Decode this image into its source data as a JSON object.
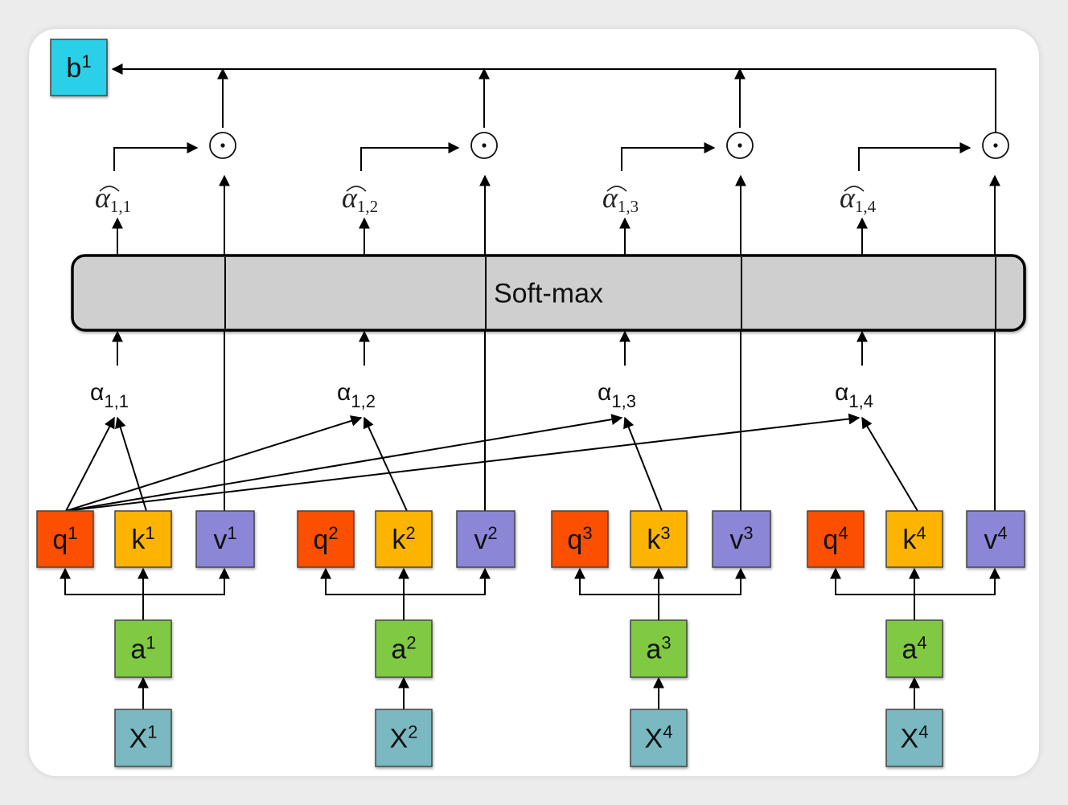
{
  "diagram": {
    "title": "Self-attention computation for output b1",
    "output": {
      "label": "b",
      "sup": "1",
      "color": "#29cfe8"
    },
    "softmax": {
      "label": "Soft-max",
      "color": "#cfcfcf"
    },
    "product_symbol": "⊙",
    "colors": {
      "q": "#fc5000",
      "k": "#fdb404",
      "v": "#8b86d6",
      "a": "#80c942",
      "x": "#7ab8c2"
    },
    "columns": [
      {
        "q": {
          "label": "q",
          "sup": "1"
        },
        "k": {
          "label": "k",
          "sup": "1"
        },
        "v": {
          "label": "v",
          "sup": "1"
        },
        "a": {
          "label": "a",
          "sup": "1"
        },
        "x": {
          "label": "X",
          "sup": "1"
        },
        "alpha": {
          "label": "α",
          "sub": "1,1"
        },
        "alpha_hat": {
          "label": "α",
          "sub": "1,1"
        }
      },
      {
        "q": {
          "label": "q",
          "sup": "2"
        },
        "k": {
          "label": "k",
          "sup": "2"
        },
        "v": {
          "label": "v",
          "sup": "2"
        },
        "a": {
          "label": "a",
          "sup": "2"
        },
        "x": {
          "label": "X",
          "sup": "2"
        },
        "alpha": {
          "label": "α",
          "sub": "1,2"
        },
        "alpha_hat": {
          "label": "α",
          "sub": "1,2"
        }
      },
      {
        "q": {
          "label": "q",
          "sup": "3"
        },
        "k": {
          "label": "k",
          "sup": "3"
        },
        "v": {
          "label": "v",
          "sup": "3"
        },
        "a": {
          "label": "a",
          "sup": "3"
        },
        "x": {
          "label": "X",
          "sup": "4"
        },
        "alpha": {
          "label": "α",
          "sub": "1,3"
        },
        "alpha_hat": {
          "label": "α",
          "sub": "1,3"
        }
      },
      {
        "q": {
          "label": "q",
          "sup": "4"
        },
        "k": {
          "label": "k",
          "sup": "4"
        },
        "v": {
          "label": "v",
          "sup": "4"
        },
        "a": {
          "label": "a",
          "sup": "4"
        },
        "x": {
          "label": "X",
          "sup": "4"
        },
        "alpha": {
          "label": "α",
          "sub": "1,4"
        },
        "alpha_hat": {
          "label": "α",
          "sub": "1,4"
        }
      }
    ]
  }
}
